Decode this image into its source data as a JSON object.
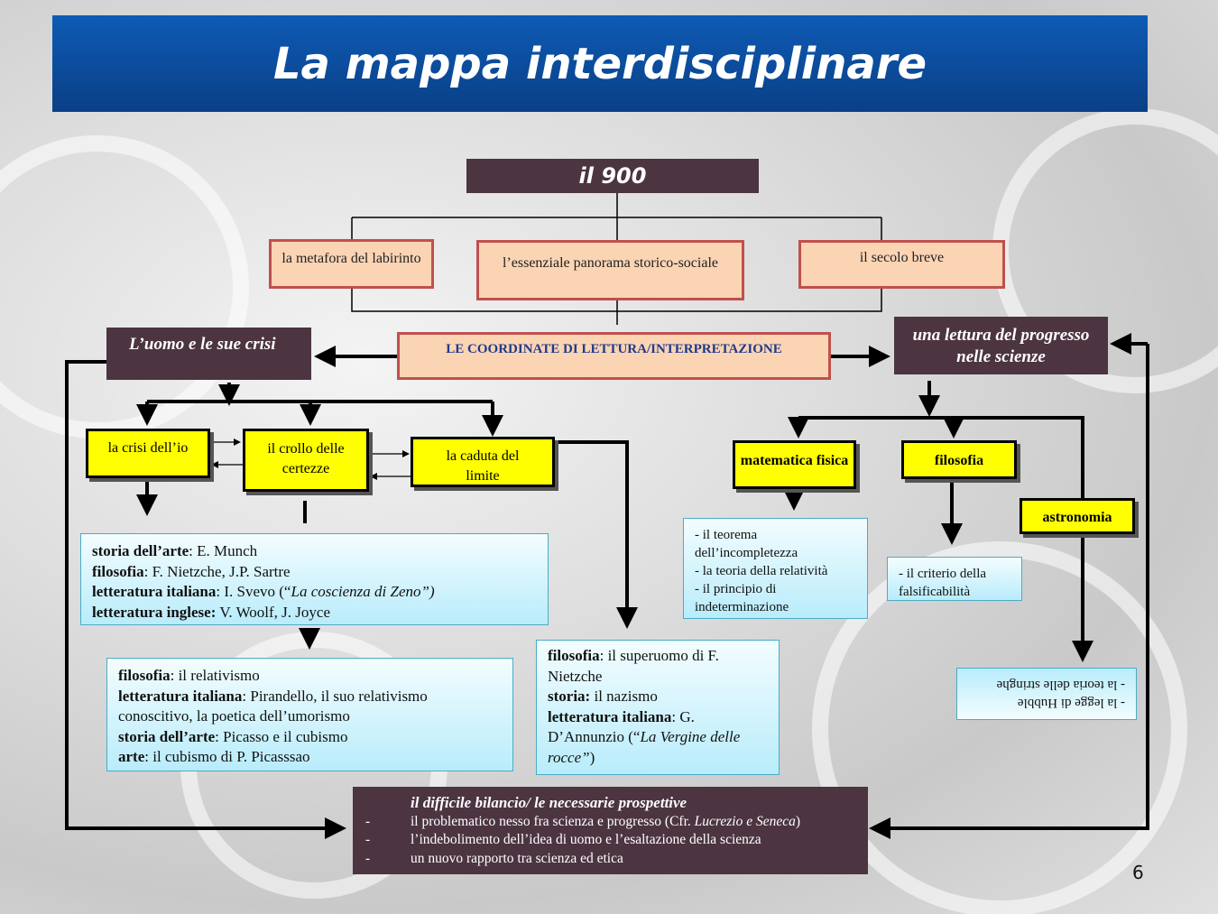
{
  "title": "La mappa interdisciplinare",
  "root": "il 900",
  "top_boxes": [
    "la metafora del labirinto",
    "l’essenziale panorama  storico-sociale",
    "il secolo breve"
  ],
  "center": "LE COORDINATE DI LETTURA/INTERPRETAZIONE",
  "left_head": "L’uomo e le sue crisi",
  "right_head": "una lettura del progresso nelle scienze",
  "crises": [
    "la crisi dell’io",
    "il crollo delle certezze",
    "la caduta del limite"
  ],
  "sciences": [
    "matematica fisica",
    "filosofia",
    "astronomia"
  ],
  "box_munch": [
    {
      "label": "storia dell’arte",
      "text": ": E. Munch"
    },
    {
      "label": "filosofia",
      "text": ": F. Nietzche, J.P. Sartre"
    },
    {
      "label": "letteratura italiana",
      "text": ":  I. Svevo (“",
      "italic": "La coscienza di Zeno”)"
    },
    {
      "label": "letteratura inglese:",
      "text": " V. Woolf, J. Joyce"
    }
  ],
  "box_pirandello": [
    {
      "label": "filosofia",
      "text": ": il relativismo"
    },
    {
      "label": "letteratura italiana",
      "text": ": Pirandello, il suo relativismo conoscitivo, la poetica dell’umorismo"
    },
    {
      "label": "storia dell’arte",
      "text": ": Picasso e il cubismo"
    },
    {
      "label": "arte",
      "text": ": il cubismo di P. Picasssao"
    }
  ],
  "box_nietzsche": [
    {
      "label": "filosofia",
      "text": ": il superuomo di F. Nietzche"
    },
    {
      "label": "storia:",
      "text": " il nazismo"
    },
    {
      "label": "letteratura italiana",
      "text": ": G. D’Annunzio (“",
      "italic": "La Vergine delle rocce”"
    },
    {
      "text": ")"
    }
  ],
  "box_math": [
    "- il teorema dell’incompletezza",
    "- la teoria della relatività",
    "- il principio di indeterminazione"
  ],
  "box_philo": "- il criterio della falsificabilità",
  "box_astro": [
    "- la legge di Hubble",
    "- la teoria delle stringhe"
  ],
  "bottom": {
    "heading": "il difficile bilancio/ le necessarie prospettive",
    "items": [
      {
        "text": "il problematico nesso fra scienza e progresso (Cfr. ",
        "italic": "Lucrezio e Seneca",
        "tail": ")"
      },
      {
        "text": "l’indebolimento dell’idea di uomo e l’esaltazione della scienza"
      },
      {
        "text": "un nuovo rapporto tra scienza ed etica"
      }
    ],
    "bullet": "-"
  },
  "page_number": "6"
}
